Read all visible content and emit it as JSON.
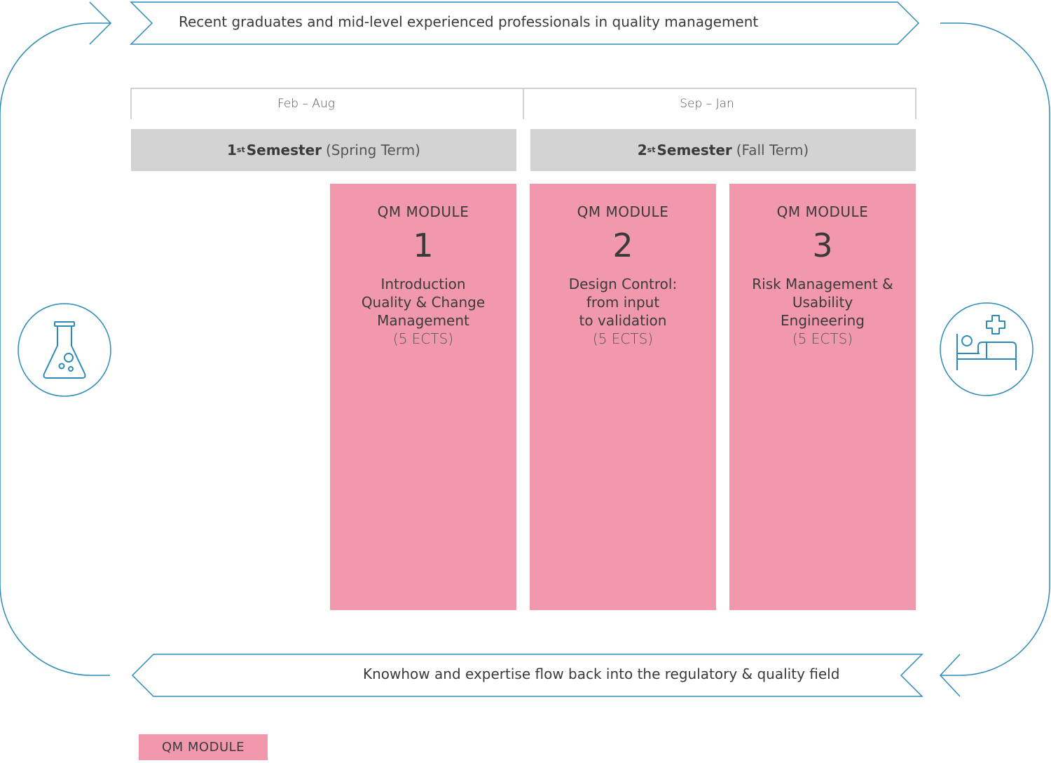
{
  "top_banner": "Recent graduates and mid-level experienced professionals in quality management",
  "bottom_banner": "Knowhow and expertise flow back into the regulatory & quality field",
  "periods": [
    "Feb – Aug",
    "Sep – Jan"
  ],
  "semesters": [
    {
      "number": "1",
      "suffix": "st",
      "word": "Semester",
      "term": "(Spring Term)"
    },
    {
      "number": "2",
      "suffix": "st",
      "word": "Semester",
      "term": "(Fall Term)"
    }
  ],
  "modules": [
    {
      "label": "QM MODULE",
      "number": "1",
      "title_lines": [
        "Introduction",
        "Quality & Change",
        "Management"
      ],
      "ects": "(5 ECTS)"
    },
    {
      "label": "QM MODULE",
      "number": "2",
      "title_lines": [
        "Design Control:",
        "from input",
        "to validation"
      ],
      "ects": "(5 ECTS)"
    },
    {
      "label": "QM MODULE",
      "number": "3",
      "title_lines": [
        "Risk Management &",
        "Usability",
        "Engineering"
      ],
      "ects": "(5 ECTS)"
    }
  ],
  "legend": {
    "label": "QM MODULE",
    "color": "#f298ad"
  },
  "colors": {
    "accent_blue": "#2e8bb8",
    "module_pink": "#f298ad",
    "semester_gray": "#d3d3d3"
  },
  "icons": {
    "left": "flask-icon",
    "right": "hospital-bed-icon"
  }
}
